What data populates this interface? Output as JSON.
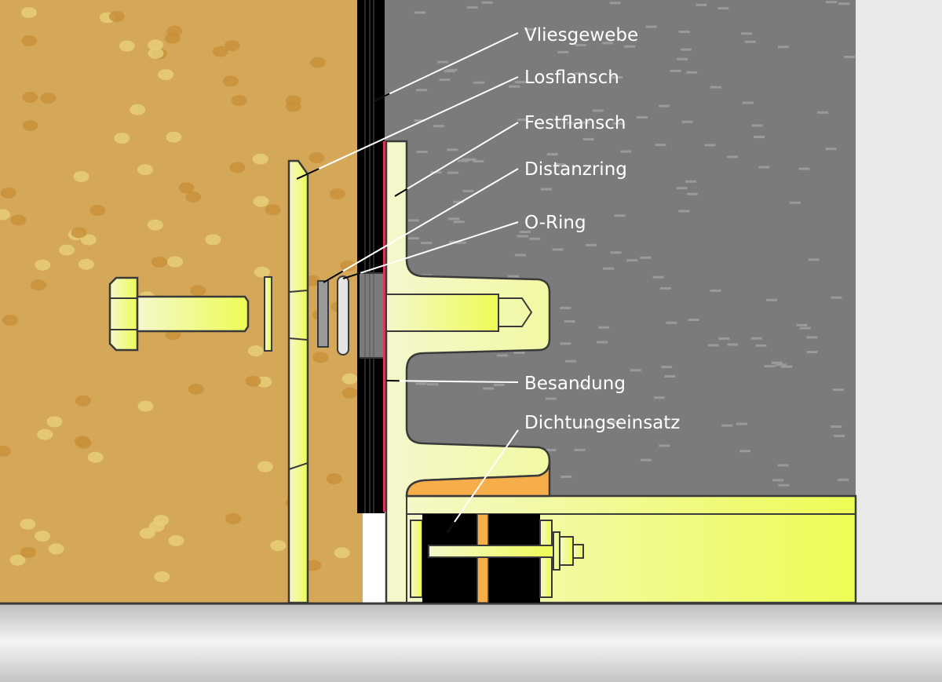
{
  "labels": [
    {
      "id": "vliesgewebe",
      "text": "Vliesgewebe"
    },
    {
      "id": "losflansch",
      "text": "Losflansch"
    },
    {
      "id": "festflansch",
      "text": "Festflansch"
    },
    {
      "id": "distanzring",
      "text": "Distanzring"
    },
    {
      "id": "o-ring",
      "text": "O-Ring"
    },
    {
      "id": "besandung",
      "text": "Besandung"
    },
    {
      "id": "dichtungseinsatz",
      "text": "Dichtungseinsatz"
    }
  ],
  "colors": {
    "soil": "#d4a858",
    "concrete": "#7b7b7b",
    "steel_light": "#f4f7c8",
    "steel_bright": "#eefc5a",
    "membrane": "#000000",
    "sanding": "#e8315a",
    "seal_orange": "#f5ae4a",
    "outline": "#3a3a3a",
    "leader": "#ffffff"
  }
}
